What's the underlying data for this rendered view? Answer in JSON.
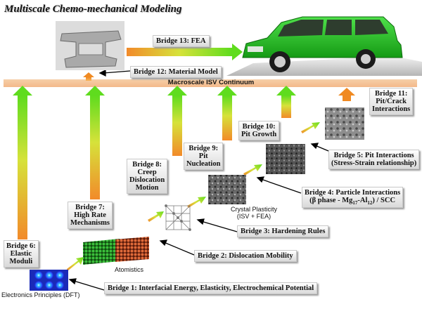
{
  "title": "Multiscale Chemo-mechanical Modeling",
  "band_label": "Macroscale ISV Continuum",
  "bridges": {
    "b1": "Bridge 1: Interfacial Energy, Elasticity, Electrochemical Potential",
    "b2": "Bridge 2: Dislocation Mobility",
    "b3": "Bridge 3: Hardening Rules",
    "b4_line1": "Bridge 4: Particle Interactions",
    "b4_line2_pre": "(β phase - Mg",
    "b4_sub1": "17",
    "b4_mid": "-Al",
    "b4_sub2": "12",
    "b4_post": ") / SCC",
    "b5_line1": "Bridge 5: Pit Interactions",
    "b5_line2": "(Stress-Strain relationship)",
    "b6": [
      "Bridge 6:",
      "Elastic",
      "Moduli"
    ],
    "b7": [
      "Bridge 7:",
      "High Rate",
      "Mechanisms"
    ],
    "b8": [
      "Bridge 8:",
      "Creep",
      "Dislocation",
      "Motion"
    ],
    "b9": [
      "Bridge 9:",
      "Pit",
      "Nucleation"
    ],
    "b10": [
      "Bridge 10:",
      "Pit Growth"
    ],
    "b11": [
      "Bridge 11:",
      "Pit/Crack",
      "Interactions"
    ],
    "b12": "Bridge 12: Material Model",
    "b13": "Bridge 13: FEA"
  },
  "labels": {
    "electronics": "Electronics Principles (DFT)",
    "atomistics": "Atomistics",
    "crystal_line1": "Crystal Plasticity",
    "crystal_line2": "(ISV + FEA)"
  },
  "colors": {
    "arrow_green": "#55dd22",
    "arrow_orange": "#f0902a",
    "band": "#f5c49a",
    "car": "#22aa22"
  }
}
